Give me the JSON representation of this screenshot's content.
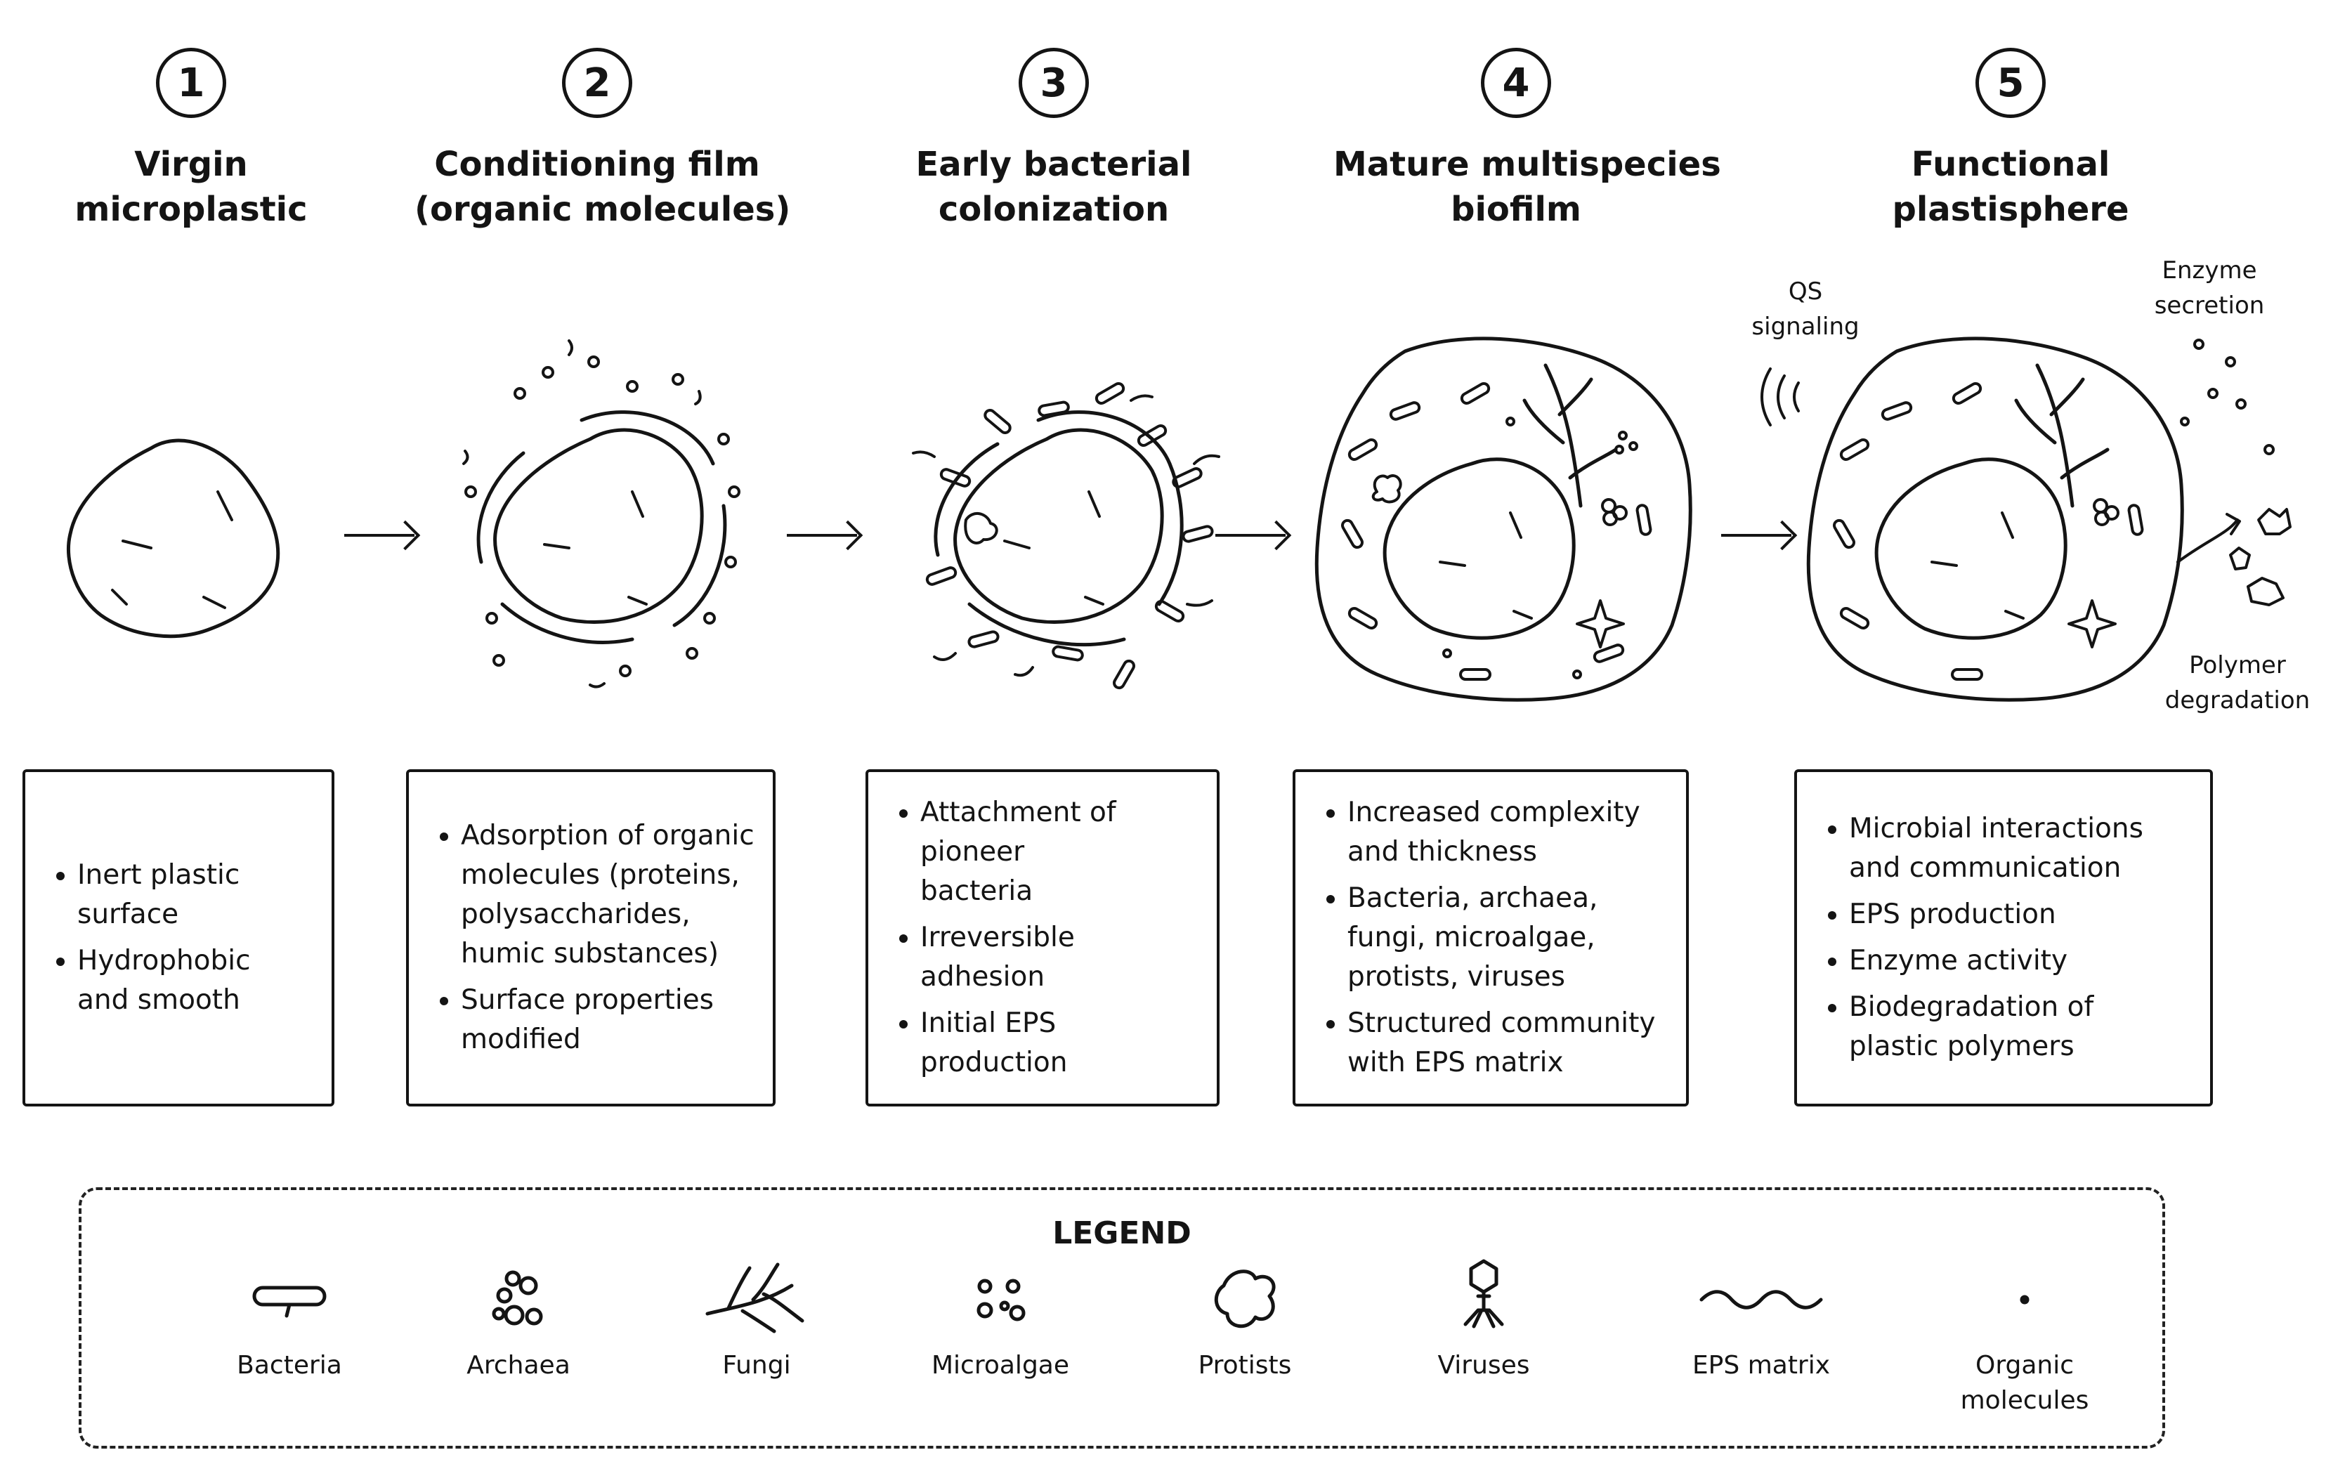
{
  "stages": [
    {
      "number": "1",
      "title": [
        "Virgin",
        "microplastic"
      ],
      "bullets": [
        [
          "Inert plastic",
          "surface"
        ],
        [
          "Hydrophobic",
          "and smooth"
        ]
      ]
    },
    {
      "number": "2",
      "title": [
        "Conditioning film",
        "(organic molecules)"
      ],
      "bullets": [
        [
          "Adsorption of organic",
          "molecules (proteins,",
          "polysaccharides,",
          "humic substances)"
        ],
        [
          "Surface properties",
          "modified"
        ]
      ]
    },
    {
      "number": "3",
      "title": [
        "Early bacterial",
        "colonization"
      ],
      "bullets": [
        [
          "Attachment of pioneer",
          "bacteria"
        ],
        [
          "Irreversible adhesion"
        ],
        [
          "Initial EPS",
          "production"
        ]
      ]
    },
    {
      "number": "4",
      "title": [
        "Mature multispecies",
        "biofilm"
      ],
      "bullets": [
        [
          "Increased complexity",
          "and thickness"
        ],
        [
          "Bacteria, archaea,",
          "fungi, microalgae,",
          "protists, viruses"
        ],
        [
          "Structured community",
          "with EPS matrix"
        ]
      ]
    },
    {
      "number": "5",
      "title": [
        "Functional",
        "plastisphere"
      ],
      "bullets": [
        [
          "Microbial interactions",
          "and communication"
        ],
        [
          "EPS production"
        ],
        [
          "Enzyme activity"
        ],
        [
          "Biodegradation of",
          "plastic polymers"
        ]
      ]
    }
  ],
  "annotations": {
    "qs": [
      "QS",
      "signaling"
    ],
    "enzyme": [
      "Enzyme",
      "secretion"
    ],
    "polymer": [
      "Polymer",
      "degradation"
    ]
  },
  "legend": {
    "title": "LEGEND",
    "items": [
      {
        "icon": "bacteria-icon",
        "label": [
          "Bacteria"
        ]
      },
      {
        "icon": "archaea-icon",
        "label": [
          "Archaea"
        ]
      },
      {
        "icon": "fungi-icon",
        "label": [
          "Fungi"
        ]
      },
      {
        "icon": "microalgae-icon",
        "label": [
          "Microalgae"
        ]
      },
      {
        "icon": "protists-icon",
        "label": [
          "Protists"
        ]
      },
      {
        "icon": "viruses-icon",
        "label": [
          "Viruses"
        ]
      },
      {
        "icon": "eps-matrix-icon",
        "label": [
          "EPS matrix"
        ]
      },
      {
        "icon": "organic-molecules-icon",
        "label": [
          "Organic",
          "molecules"
        ]
      }
    ]
  },
  "colors": {
    "ink": "#141414",
    "background": "#ffffff"
  }
}
